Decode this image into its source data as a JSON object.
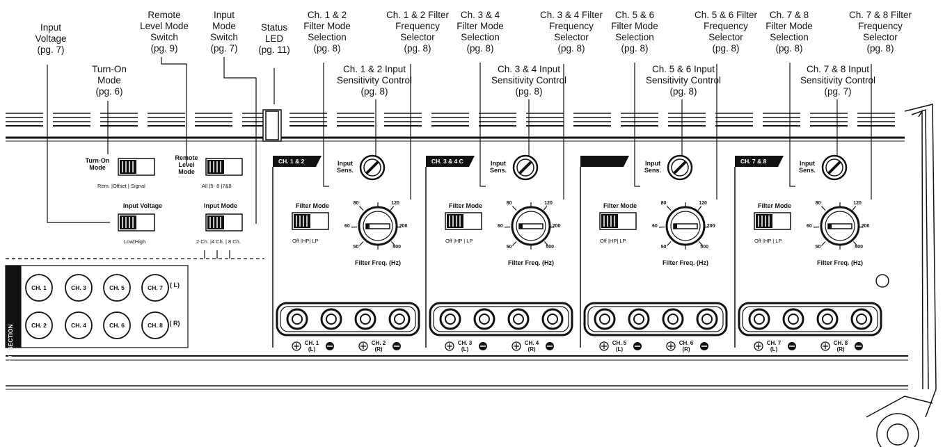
{
  "callouts": {
    "input_voltage": "Input\nVoltage\n(pg. 7)",
    "turn_on_mode": "Turn-On\nMode\n(pg. 6)",
    "remote_level_switch": "Remote\nLevel Mode\nSwitch\n(pg. 9)",
    "input_mode_switch": "Input\nMode\nSwitch\n(pg. 7)",
    "status_led": "Status\nLED\n(pg. 11)",
    "ch12_filter_mode": "Ch. 1 & 2\nFilter Mode\nSelection\n(pg. 8)",
    "ch12_filter_freq": "Ch. 1 & 2 Filter\nFrequency\nSelector\n(pg. 8)",
    "ch12_input_sens": "Ch. 1 & 2 Input\nSensitivity Control\n(pg. 8)",
    "ch34_filter_mode": "Ch. 3 & 4\nFilter Mode\nSelection\n(pg. 8)",
    "ch34_filter_freq": "Ch. 3 & 4 Filter\nFrequency\nSelector\n(pg. 8)",
    "ch34_input_sens": "Ch. 3 & 4 Input\nSensitivity Control\n(pg. 8)",
    "ch56_filter_mode": "Ch. 5 & 6\nFilter Mode\nSelection\n(pg. 8)",
    "ch56_filter_freq": "Ch. 5 & 6 Filter\nFrequency\nSelector\n(pg. 8)",
    "ch56_input_sens": "Ch. 5 & 6 Input\nSensitivity Control\n(pg. 8)",
    "ch78_filter_mode": "Ch. 7 & 8\nFilter Mode\nSelection\n(pg. 8)",
    "ch78_filter_freq": "Ch. 7 & 8 Filter\nFrequency\nSelector\n(pg. 8)",
    "ch78_input_sens": "Ch. 7 & 8 Input\nSensitivity Control\n(pg. 7)"
  },
  "panel": {
    "turn_on_label": "Turn-On\nMode",
    "turn_on_options": "Rem. |Offset | Signal",
    "remote_level_label": "Remote\nLevel\nMode",
    "remote_level_options": "All |5- 8  |7&8",
    "input_voltage_label": "Input Voltage",
    "input_voltage_options": "Low|High",
    "input_mode_label": "Input Mode",
    "input_mode_options": "2 Ch. |4 Ch. | 8 Ch.",
    "input_section_title": "INPUT SECTION",
    "left_tag": "( L)",
    "right_tag": "( R)",
    "inputs_row1": [
      "CH. 1",
      "CH. 3",
      "CH. 5",
      "CH. 7"
    ],
    "inputs_row2": [
      "CH. 2",
      "CH. 4",
      "CH. 6",
      "CH. 8"
    ]
  },
  "groups": [
    {
      "tag": "CH. 1 & 2",
      "sens": "Input\nSens.",
      "filter_mode": "Filter Mode",
      "filter_opts": "Off  |HP|  LP",
      "filter_freq": "Filter Freq. (Hz)",
      "term_a": "CH. 1\n(L)",
      "term_b": "CH. 2\n(R)"
    },
    {
      "tag": "CH. 3 & 4 C",
      "sens": "Input\nSens.",
      "filter_mode": "Filter Mode",
      "filter_opts": "Off  |HP | LP",
      "filter_freq": "Filter Freq. (Hz)",
      "term_a": "CH. 3\n(L)",
      "term_b": "CH. 4\n(R)"
    },
    {
      "tag": "",
      "sens": "Input\nSens.",
      "filter_mode": "Filter Mode",
      "filter_opts": "Off  |HP|  LP",
      "filter_freq": "Filter Freq. (Hz)",
      "term_a": "CH. 5\n(L)",
      "term_b": "CH. 6\n(R)"
    },
    {
      "tag": "CH. 7 & 8",
      "sens": "Input\nSens.",
      "filter_mode": "Filter Mode",
      "filter_opts": "Off |HP | LP",
      "filter_freq": "Filter Freq. (Hz)",
      "term_a": "CH. 7\n(L)",
      "term_b": "CH. 8\n(R)"
    }
  ],
  "dial_ticks": [
    "80",
    "120",
    "60",
    "200",
    "50",
    "500"
  ]
}
